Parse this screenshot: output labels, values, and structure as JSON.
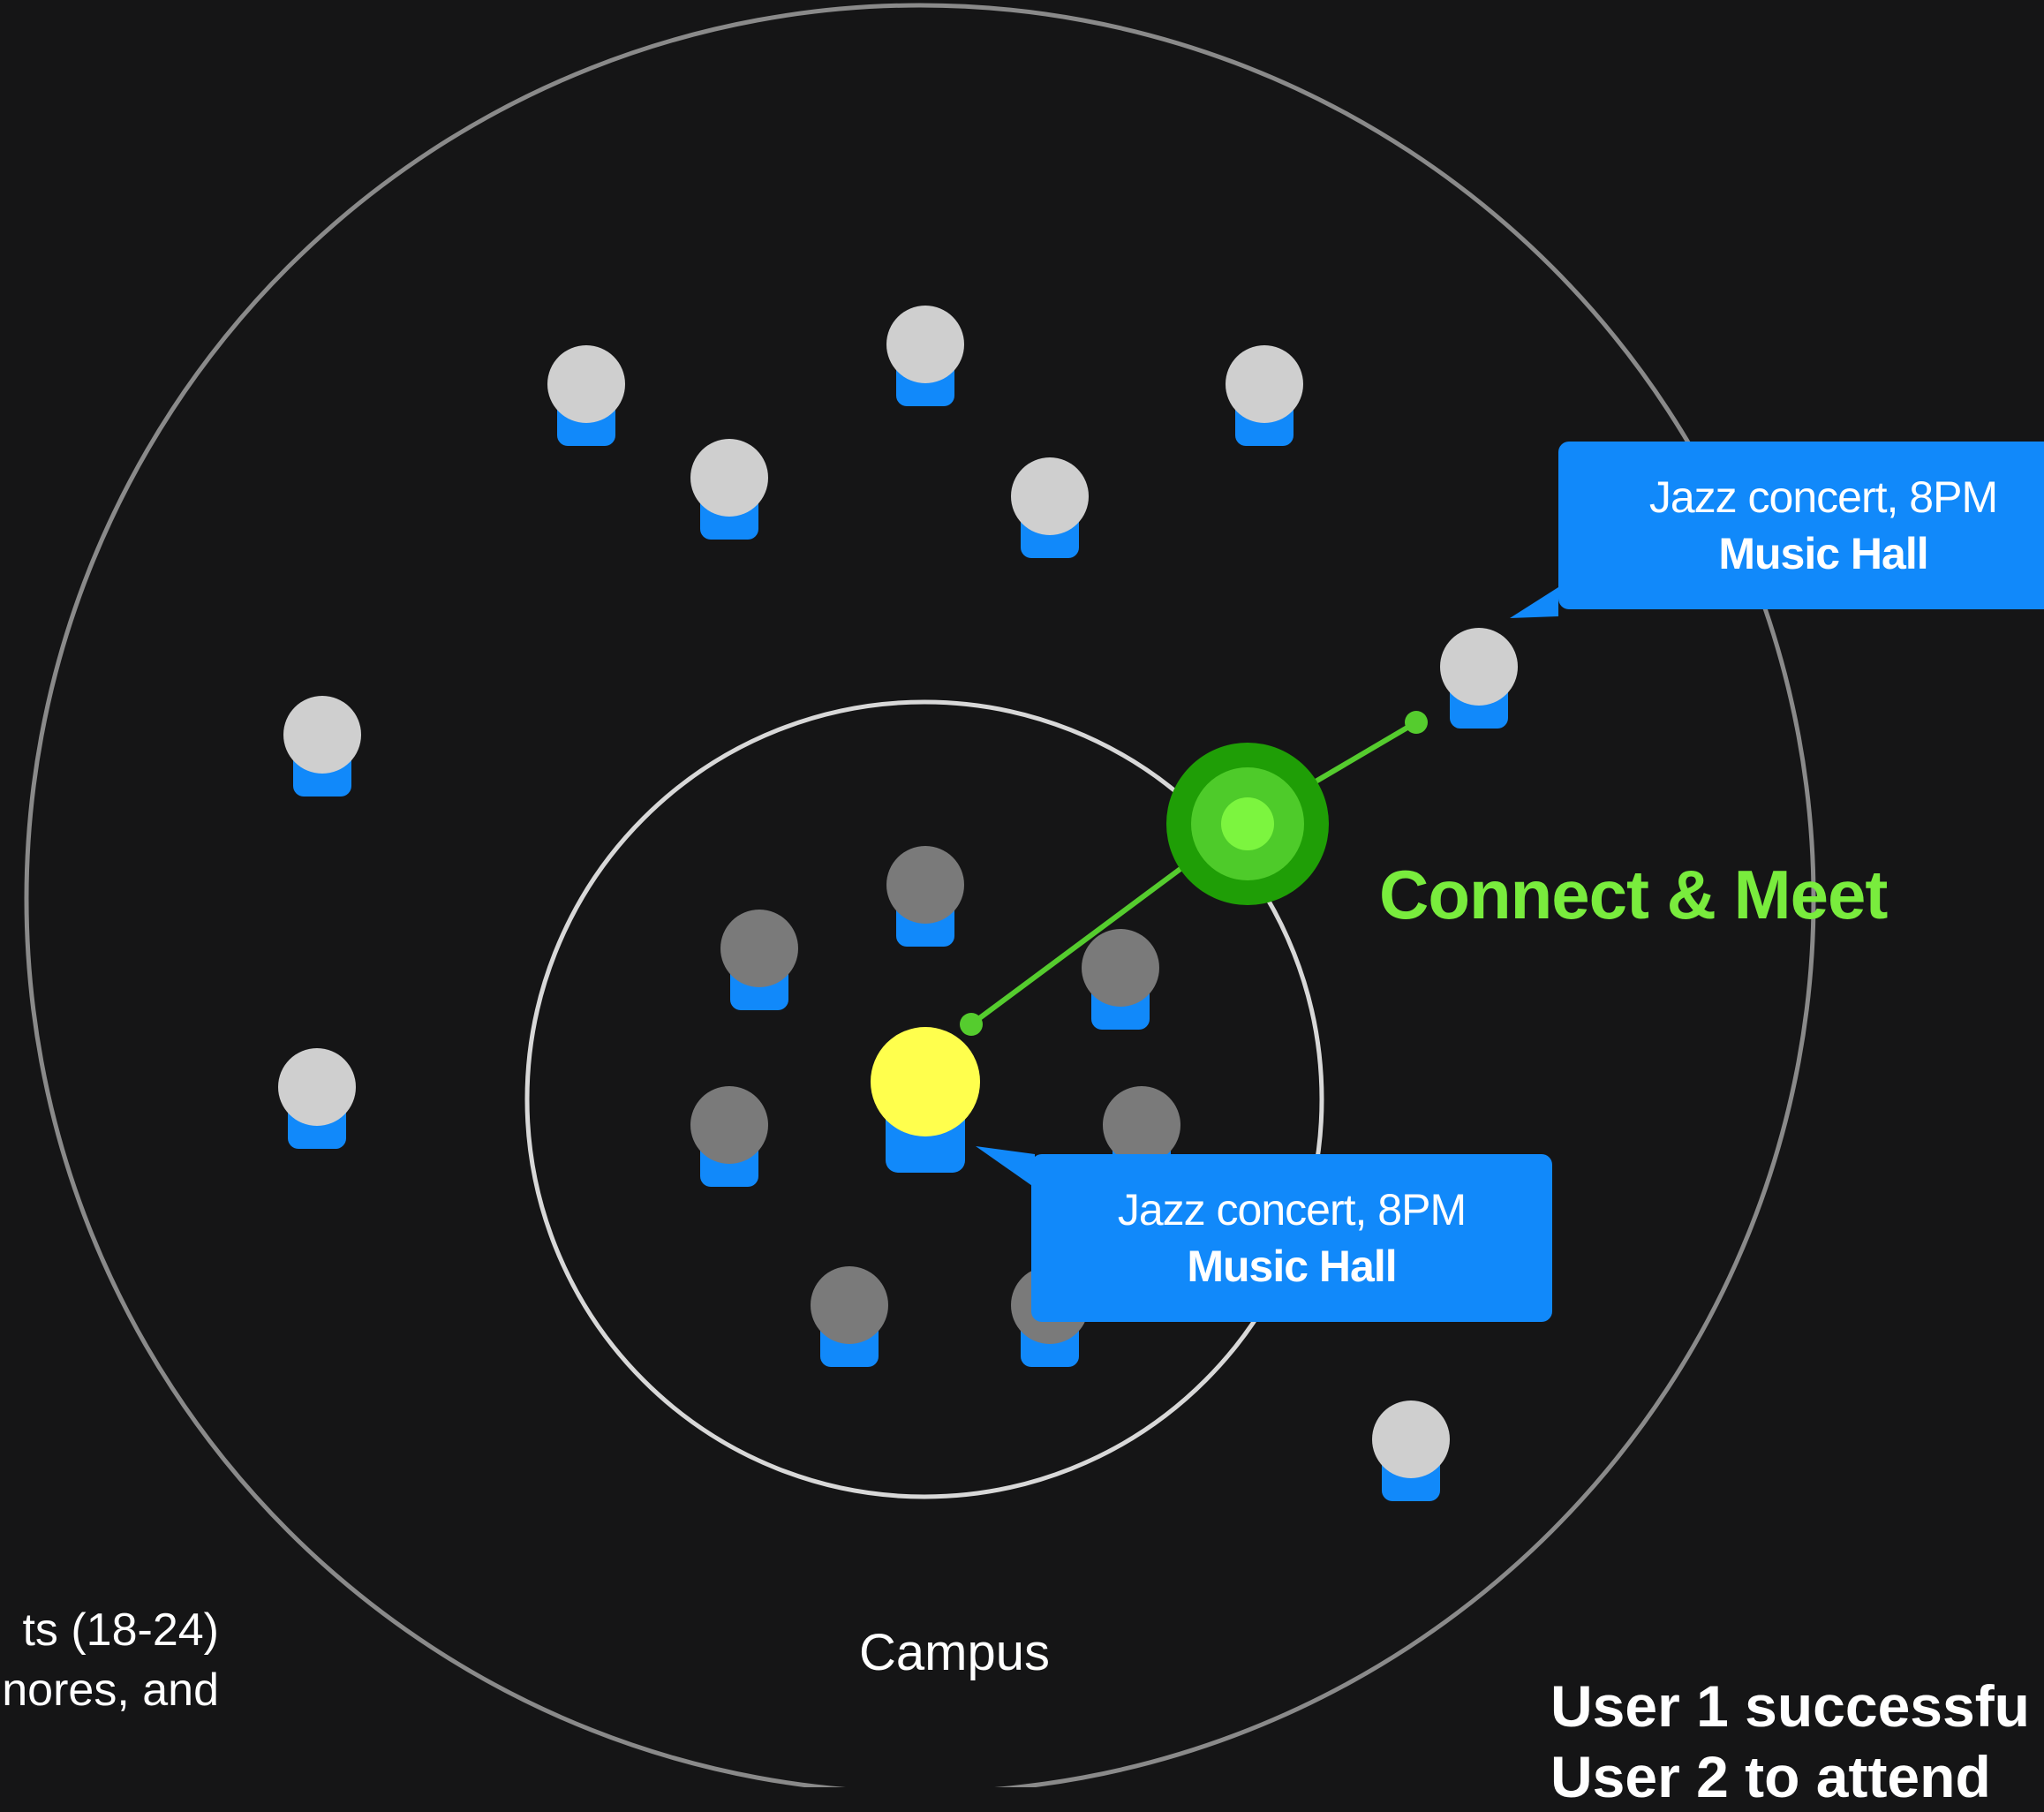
{
  "labels": {
    "campus": "Campus",
    "connect": "Connect & Meet",
    "left_line1": "ts (18-24)",
    "left_line2": "nores, and",
    "caption_line1": "User 1 successfu",
    "caption_line2": "User 2 to attend"
  },
  "bubbles": {
    "top": {
      "event": "Jazz concert, 8PM",
      "venue": "Music Hall"
    },
    "bottom": {
      "event": "Jazz concert, 8PM",
      "venue": "Music Hall"
    }
  },
  "colors": {
    "background": "#151516",
    "outer_ring": "#8a8a8a",
    "inner_ring": "#d8d8d8",
    "person_body": "#1189fa",
    "person_head_outer": "#cfcfcf",
    "person_head_inner": "#7a7a7a",
    "highlight_user": "#ffff4d",
    "connect_green": "#79ec3d",
    "connect_dark": "#1f9e06",
    "connect_mid": "#4ecb2a"
  }
}
